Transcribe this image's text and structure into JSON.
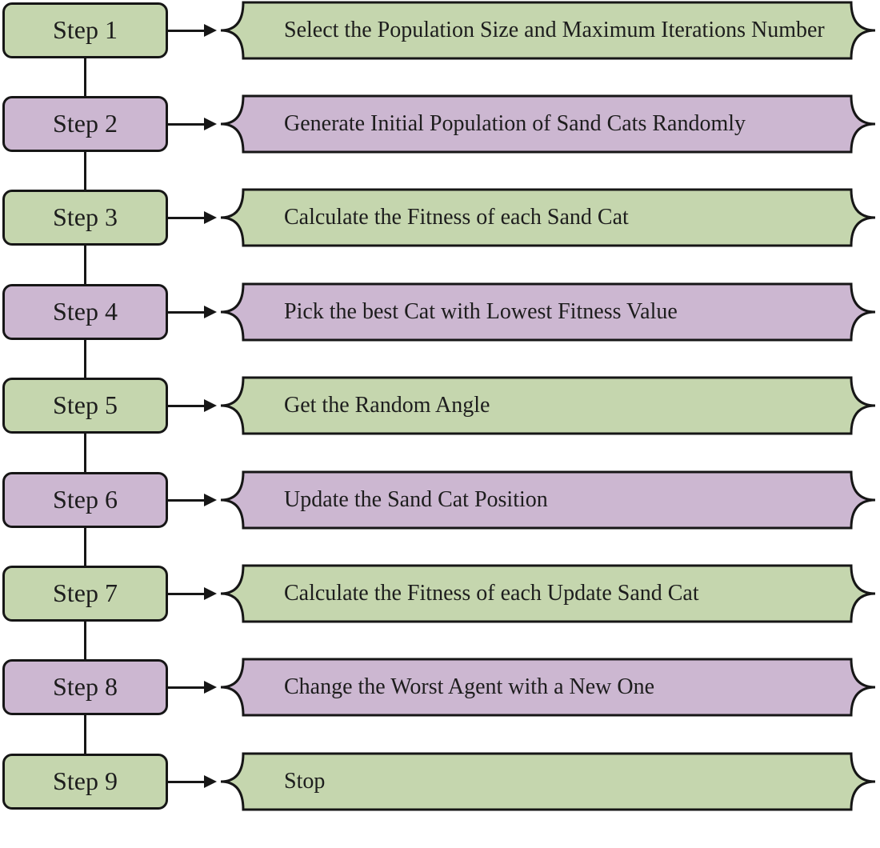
{
  "palette": {
    "green": "#c5d6ae",
    "purple": "#ccb7d1",
    "outline": "#161616",
    "text": "#1d1d1d",
    "background": "#ffffff"
  },
  "flowchart": {
    "steps": [
      {
        "label": "Step 1",
        "description": "Select the Population Size and Maximum Iterations Number",
        "color": "green"
      },
      {
        "label": "Step 2",
        "description": "Generate Initial Population of Sand Cats Randomly",
        "color": "purple"
      },
      {
        "label": "Step 3",
        "description": "Calculate the Fitness of each Sand Cat",
        "color": "green"
      },
      {
        "label": "Step 4",
        "description": "Pick the best Cat with Lowest Fitness Value",
        "color": "purple"
      },
      {
        "label": "Step 5",
        "description": "Get the Random Angle",
        "color": "green"
      },
      {
        "label": "Step 6",
        "description": "Update the Sand Cat Position",
        "color": "purple"
      },
      {
        "label": "Step 7",
        "description": "Calculate the Fitness of each Update Sand Cat",
        "color": "green"
      },
      {
        "label": "Step 8",
        "description": "Change the Worst Agent with a New One",
        "color": "purple"
      },
      {
        "label": "Step 9",
        "description": "Stop",
        "color": "green"
      }
    ]
  }
}
